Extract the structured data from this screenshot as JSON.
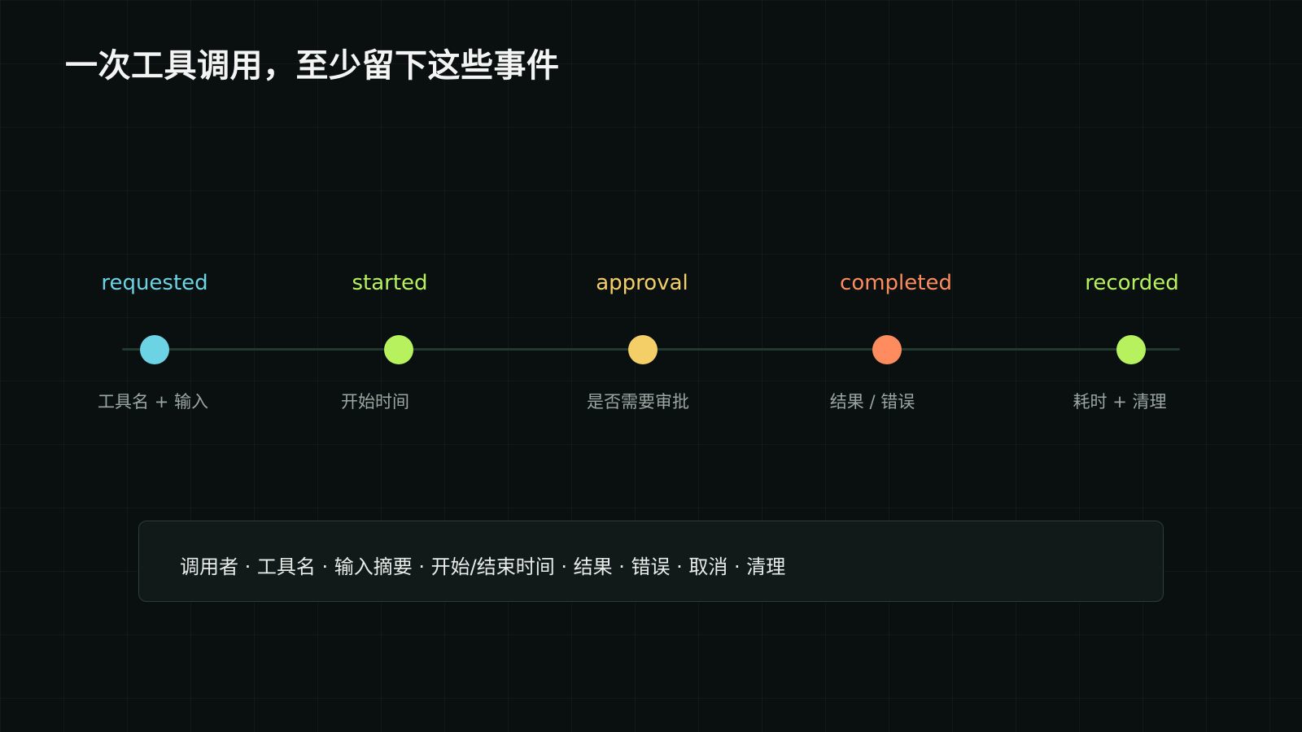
{
  "title": "一次工具调用，至少留下这些事件",
  "events": [
    {
      "label": "requested",
      "description": "工具名 + 输入",
      "color": "#6bd3e3"
    },
    {
      "label": "started",
      "description": "开始时间",
      "color": "#b7f25e"
    },
    {
      "label": "approval",
      "description": "是否需要审批",
      "color": "#f4cf67"
    },
    {
      "label": "completed",
      "description": "结果 / 错误",
      "color": "#ff8c5e"
    },
    {
      "label": "recorded",
      "description": "耗时 + 清理",
      "color": "#b7f25e"
    }
  ],
  "summary": "调用者 · 工具名 · 输入摘要 · 开始/结束时间 · 结果 · 错误 · 取消 · 清理"
}
